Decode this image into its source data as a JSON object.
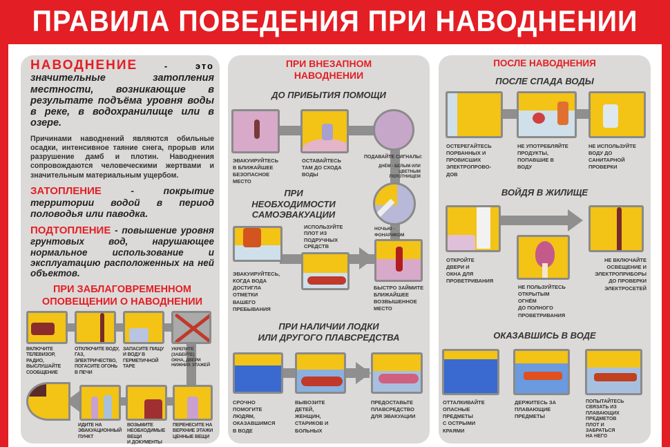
{
  "title": "ПРАВИЛА ПОВЕДЕНИЯ ПРИ НАВОДНЕНИИ",
  "left": {
    "flood_term": "НАВОДНЕНИЕ",
    "flood_dash": " - это",
    "flood_def": "значительные затопления местности, возникающие в результате подъёма уровня воды в реке, в водохранилище или в озере.",
    "causes": "Причинами наводнений являются обильные осадки, интенсивное таяние снега, прорыв или разрушение дамб и плотин. Наводнения сопровождаются человеческими жертвами и значительным материальным ущербом.",
    "inundation_term": "ЗАТОПЛЕНИЕ",
    "inundation_def": " - покрытие территории водой в период половодья или паводка.",
    "underflood_term": "ПОДТОПЛЕНИЕ",
    "underflood_def": " - повышение уровня грунтовых вод, нарушающее нормальное использование и эксплуатацию расположенных на ней объектов.",
    "advance_heading": "ПРИ ЗАБЛАГОВРЕМЕННОМ\nОПОВЕЩЕНИИ О НАВОДНЕНИИ",
    "steps": [
      "ВКЛЮЧИТЕ\nТЕЛЕВИЗОР, РАДИО,\nВЫСЛУШАЙТЕ\nСООБЩЕНИЕ",
      "ОТКЛЮЧИТЕ ВОДУ,\nГАЗ,\nЭЛЕКТРИЧЕСТВО,\nПОГАСИТЕ ОГОНЬ\nВ ПЕЧИ",
      "ЗАПАСИТЕ ПИЩУ\nИ ВОДУ В\nГЕРМЕТИЧНОЙ\nТАРЕ",
      "УКРЕПИТЕ (ЗАБЕЙТЕ)\nОКНА, ДВЕРИ\nНИЖНИХ ЭТАЖЕЙ",
      "ПЕРЕНЕСИТЕ НА\nВЕРХНИЕ ЭТАЖИ\nЦЕННЫЕ ВЕЩИ",
      "ВОЗЬМИТЕ\nНЕОБХОДИМЫЕ\nВЕЩИ\nИ ДОКУМЕНТЫ",
      "ИДИТЕ НА\nЭВАКУАЦИОННЫЙ\nПУНКТ"
    ]
  },
  "middle": {
    "heading": "ПРИ ВНЕЗАПНОМ\nНАВОДНЕНИИ",
    "before_help": "ДО ПРИБЫТИЯ ПОМОЩИ",
    "before_steps": [
      "ЭВАКУИРУЙТЕСЬ\nВ БЛИЖАЙШЕЕ\nБЕЗОПАСНОЕ\nМЕСТО",
      "ОСТАВАЙТЕСЬ\nТАМ ДО СХОДА\nВОДЫ",
      "ПОДАВАЙТЕ СИГНАЛЫ:",
      "ДНЁМ - БЕЛЫМ ИЛИ\nЦВЕТНЫМ\nПОЛОТНИЩЕМ",
      "НОЧЬЮ -\nФОНАРИКОМ"
    ],
    "self_evac": "ПРИ\nНЕОБХОДИМОСТИ\nСАМОЭВАКУАЦИИ",
    "self_steps": [
      "ЭВАКУИРУЙТЕСЬ,\nКОГДА ВОДА\nДОСТИГЛА\nОТМЕТКИ\nВАШЕГО\nПРЕБЫВАНИЯ",
      "ИСПОЛЬЗУЙТЕ\nПЛОТ ИЗ\nПОДРУЧНЫХ\nСРЕДСТВ",
      "БЫСТРО ЗАЙМИТЕ\nБЛИЖАЙШЕЕ\nВОЗВЫШЕННОЕ\nМЕСТО"
    ],
    "boat": "ПРИ НАЛИЧИИ ЛОДКИ\nИЛИ ДРУГОГО ПЛАВСРЕДСТВА",
    "boat_steps": [
      "СРОЧНО\nПОМОГИТЕ\nЛЮДЯМ,\nОКАЗАВШИМСЯ\nВ ВОДЕ",
      "ВЫВОЗИТЕ\nДЕТЕЙ,\nЖЕНЩИН,\nСТАРИКОВ И\nБОЛЬНЫХ",
      "ПРЕДОСТАВЬТЕ\nПЛАВСРЕДСТВО\nДЛЯ ЭВАКУАЦИИ"
    ]
  },
  "right": {
    "heading": "ПОСЛЕ НАВОДНЕНИЯ",
    "after_water": "ПОСЛЕ СПАДА ВОДЫ",
    "after_steps": [
      "ОСТЕРЕГАЙТЕСЬ\nПОРВАННЫХ И\nПРОВИСШИХ\nЭЛЕКТРОПРОВО-\nДОВ",
      "НЕ УПОТРЕБЛЯЙТЕ\nПРОДУКТЫ,\nПОПАВШИЕ В\nВОДУ",
      "НЕ ИСПОЛЬЗУЙТЕ\nВОДУ ДО\nСАНИТАРНОЙ\nПРОВЕРКИ"
    ],
    "home": "ВОЙДЯ В ЖИЛИЩЕ",
    "home_steps": [
      "ОТКРОЙТЕ\nДВЕРИ И\nОКНА ДЛЯ\nПРОВЕТРИВАНИЯ",
      "НЕ ПОЛЬЗУЙТЕСЬ\nОТКРЫТЫМ\nОГНЁМ\nДО ПОЛНОГО\nПРОВЕТРИВАНИЯ",
      "НЕ ВКЛЮЧАЙТЕ\nОСВЕЩЕНИЕ И\nЭЛЕКТРОПРИБОРЫ\nДО ПРОВЕРКИ\nЭЛЕКТРОСЕТЕЙ"
    ],
    "in_water": "ОКАЗАВШИСЬ В ВОДЕ",
    "water_steps": [
      "ОТТАЛКИВАЙТЕ\nОПАСНЫЕ\nПРЕДМЕТЫ\nС ОСТРЫМИ\nКРАЯМИ",
      "ДЕРЖИТЕСЬ ЗА\nПЛАВАЮЩИЕ\nПРЕДМЕТЫ",
      "ПОПЫТАЙТЕСЬ\nСВЯЗАТЬ ИЗ\nПЛАВАЮЩИХ\nПРЕДМЕТОВ\nПЛОТ И\nЗАБРАТЬСЯ\nНА НЕГО"
    ]
  },
  "colors": {
    "brand_red": "#e31e24",
    "panel": "#dcdad8",
    "illustration_yellow": "#f3c316",
    "arrow_grey": "#8f8f8f"
  }
}
